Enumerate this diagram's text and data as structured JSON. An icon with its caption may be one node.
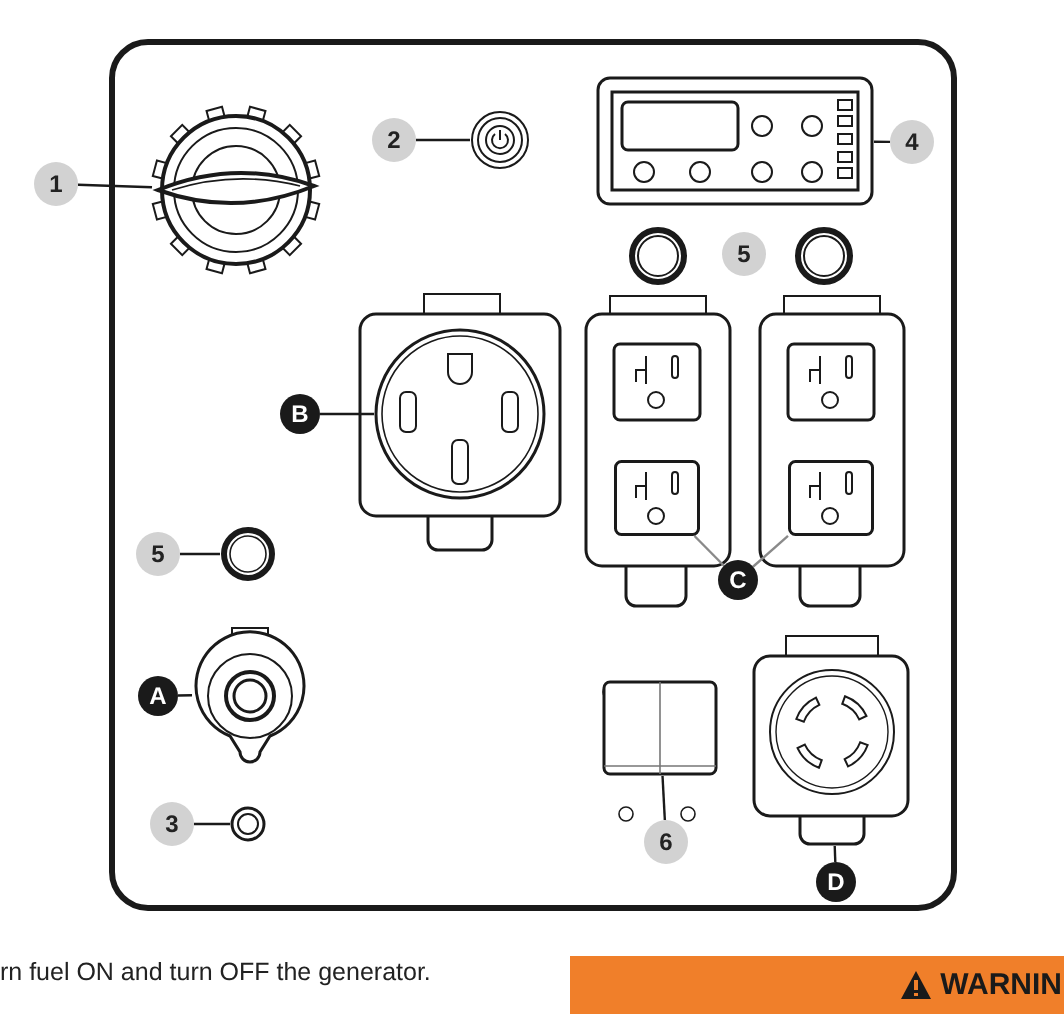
{
  "diagram": {
    "nodes": [
      {
        "text": [
          "1"
        ]
      },
      {
        "text": [],
        "shape": "picture"
      },
      {
        "text": [
          "2"
        ]
      },
      {
        "text": [],
        "shape": "picture"
      },
      {
        "text": [],
        "shape": "picture"
      },
      {
        "text": [
          "4"
        ]
      },
      {
        "text": [
          "5"
        ]
      },
      {
        "text": [
          "B"
        ]
      },
      {
        "text": [],
        "shape": "picture"
      },
      {
        "text": [
          "5"
        ]
      },
      {
        "text": [],
        "shape": "picture"
      },
      {
        "text": [
          "A"
        ]
      },
      {
        "text": [],
        "shape": "picture"
      },
      {
        "text": [
          "C"
        ]
      },
      {
        "text": [],
        "shape": "picture"
      },
      {
        "text": [],
        "shape": "picture"
      },
      {
        "text": [
          "3"
        ]
      },
      {
        "text": [],
        "shape": "picture"
      },
      {
        "text": [
          "6"
        ]
      },
      {
        "text": [],
        "shape": "picture"
      },
      {
        "text": [],
        "shape": "picture"
      },
      {
        "text": [
          "D"
        ]
      },
      {
        "text": [
          "WARNIN"
        ]
      }
    ],
    "edges": [
      {
        "from": 0,
        "to": 1,
        "arrow": "none"
      },
      {
        "from": 2,
        "to": 3,
        "arrow": "none"
      },
      {
        "from": 5,
        "to": 4,
        "arrow": "none"
      },
      {
        "from": 7,
        "to": 8,
        "arrow": "none"
      },
      {
        "from": 9,
        "to": 10,
        "arrow": "none"
      },
      {
        "from": 11,
        "to": 12,
        "arrow": "none"
      },
      {
        "from": 13,
        "to": 14,
        "arrow": "none",
        "color": "#8a8a8a"
      },
      {
        "from": 13,
        "to": 15,
        "arrow": "none",
        "color": "#8a8a8a"
      },
      {
        "from": 16,
        "to": 17,
        "arrow": "none"
      },
      {
        "from": 18,
        "to": 19,
        "arrow": "none"
      },
      {
        "from": 21,
        "to": 20,
        "arrow": "none"
      }
    ],
    "labels": [
      "rn fuel ON and turn OFF the generator."
    ]
  }
}
